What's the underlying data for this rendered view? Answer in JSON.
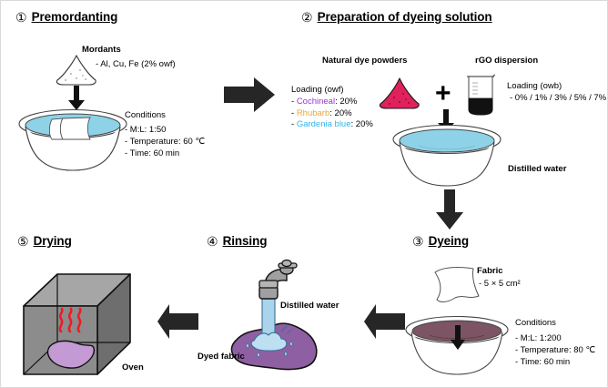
{
  "figure": {
    "background": "#ffffff",
    "border_color": "#d9d9d9"
  },
  "colors": {
    "water_blue": "#8ed2e8",
    "dye_bath_mauve": "#7d5463",
    "dye_powder_crimson": "#e0215c",
    "rgo_black": "#111111",
    "dyed_fabric_purple": "#8e5fa2",
    "drying_fabric_purple": "#c49ad4",
    "oven_gray": "#8c8c8c",
    "oven_gray_light": "#a6a6a6",
    "oven_gray_dark": "#6e6e6e",
    "heat_red": "#ee1c24",
    "faucet_gray": "#a0a0a0",
    "arrow_black": "#262626",
    "cochineal_text": "#9b34d6",
    "rhubarb_text": "#e9a63c",
    "gardenia_text": "#35b5e8"
  },
  "steps": {
    "step1": {
      "number": "①",
      "title": "Premordanting",
      "mordants_label": "Mordants",
      "mordants_detail": "- Al, Cu, Fe (2% owf)",
      "conditions_title": "Conditions",
      "conditions": [
        "- M:L: 1:50",
        "- Temperature: 60 ℃",
        "- Time: 60 min"
      ]
    },
    "step2": {
      "number": "②",
      "title": "Preparation  of dyeing solution",
      "powders_label": "Natural dye powders",
      "rgo_label": "rGO dispersion",
      "loading_owf_title": "Loading (owf)",
      "dyes": [
        {
          "dash": "- ",
          "name": "Cochineal",
          "colon": ": ",
          "value": "20%"
        },
        {
          "dash": "- ",
          "name": "Rhubarb",
          "colon": ": ",
          "value": "20%"
        },
        {
          "dash": "- ",
          "name": "Gardenia blue",
          "colon": ": ",
          "value": "20%"
        }
      ],
      "plus_symbol": "+",
      "loading_owb_title": "Loading (owb)",
      "loading_owb_values": "- 0% / 1% / 3% / 5% / 7%",
      "distilled_water_label": "Distilled water"
    },
    "step3": {
      "number": "③",
      "title": "Dyeing",
      "fabric_label": "Fabric",
      "fabric_size": "- 5 × 5 cm²",
      "conditions_title": "Conditions",
      "conditions": [
        "- M:L: 1:200",
        "- Temperature:  80 ℃",
        "- Time: 60 min"
      ]
    },
    "step4": {
      "number": "④",
      "title": "Rinsing",
      "water_label": "Distilled water",
      "fabric_label": "Dyed fabric"
    },
    "step5": {
      "number": "⑤",
      "title": "Drying",
      "oven_label": "Oven"
    }
  },
  "arrows": {
    "a1_name": "arrow-step1-to-step2",
    "a2_name": "arrow-powder-into-bath",
    "a3_name": "arrow-step2-to-step3",
    "a4_name": "arrow-step3-to-step4",
    "a5_name": "arrow-step4-to-step5",
    "a6_name": "arrow-mordant-into-bath",
    "a7_name": "arrow-fabric-into-dyebath"
  }
}
